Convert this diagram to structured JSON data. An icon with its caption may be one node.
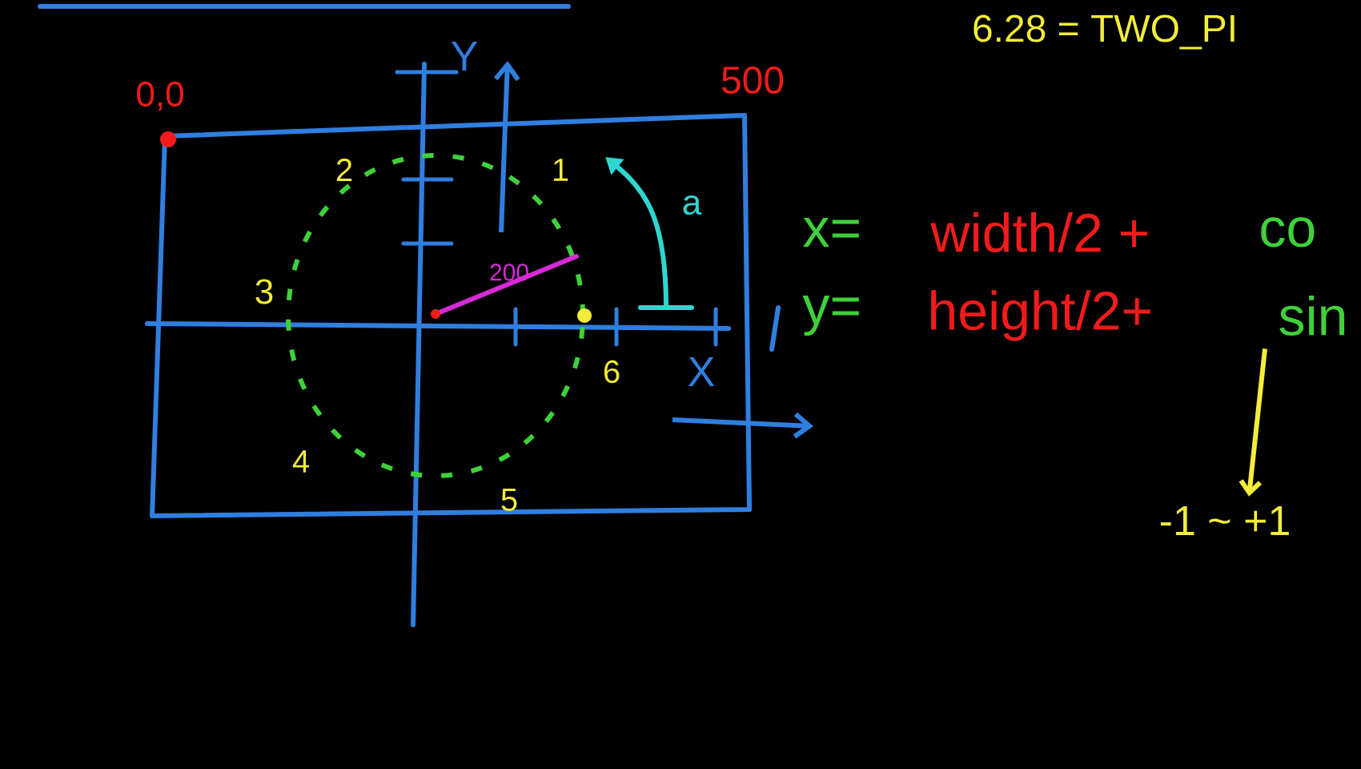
{
  "diagram": {
    "nodes": [
      {
        "text": [
          "sin"
        ]
      },
      {
        "text": [
          "-1 ~ +1"
        ]
      }
    ],
    "edges": [
      {
        "from": 0,
        "to": 1,
        "arrow": "to"
      }
    ],
    "labels": [
      "6.28 = TWO_PI",
      "0,0",
      "500",
      "Y",
      "X",
      "200",
      "a",
      "1",
      "2",
      "3",
      "4",
      "5",
      "6",
      "x=",
      "width/2 +",
      "co",
      "y=",
      "height/2+"
    ]
  }
}
